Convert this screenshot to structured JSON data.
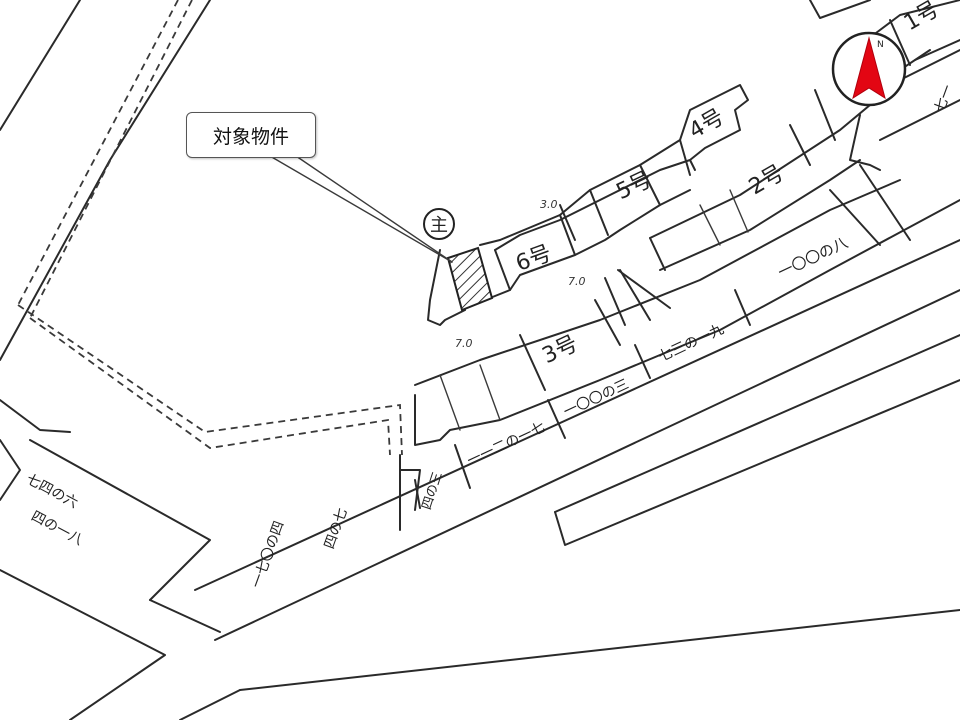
{
  "callout": {
    "label": "対象物件"
  },
  "compass": {
    "letter": "N",
    "color": "#e30613"
  },
  "houses": {
    "h1": "1号",
    "h2": "2号",
    "h3": "3号",
    "h4": "4号",
    "h5": "5号",
    "h6": "6号"
  },
  "marks": {
    "circle_mark": "主"
  },
  "widths": {
    "w1": "3.0",
    "w2": "7.0",
    "w3": "7.0"
  },
  "lots": {
    "l1": "一〇〇の八",
    "l2": "七三の一九",
    "l3": "一〇〇の三",
    "l4": "一一二の一七",
    "l5": "四の三",
    "l6": "一七〇の四",
    "l7": "四の七",
    "l8": "七四の六",
    "l9": "四の一八",
    "l10": "七一"
  }
}
